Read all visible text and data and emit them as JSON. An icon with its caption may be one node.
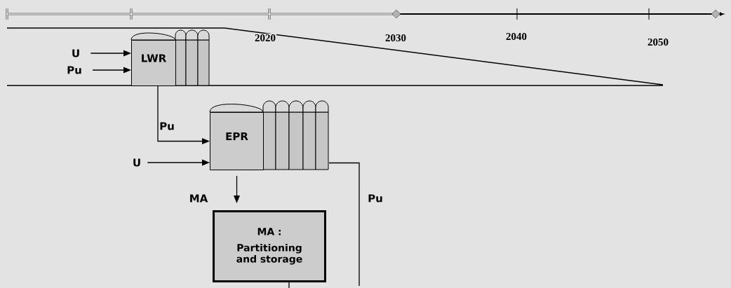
{
  "diagram": {
    "nodes": [
      {
        "text": [
          "U"
        ]
      },
      {
        "text": [
          "Pu"
        ]
      },
      {
        "text": [
          "LWR"
        ]
      },
      {
        "text": [
          "EPR"
        ]
      },
      {
        "text": [
          "U"
        ]
      },
      {
        "text": [
          "MA :",
          "Partitioning and storage"
        ]
      }
    ],
    "edges": [
      {
        "from": 0,
        "to": 2,
        "arrow": "to"
      },
      {
        "from": 1,
        "to": 2,
        "arrow": "to"
      },
      {
        "from": 2,
        "to": 3,
        "arrow": "to",
        "label": "Pu"
      },
      {
        "from": 4,
        "to": 3,
        "arrow": "to"
      },
      {
        "from": 3,
        "to": 5,
        "arrow": "to",
        "label": "MA"
      },
      {
        "from": 3,
        "to": null,
        "arrow": "none",
        "label": "Pu"
      },
      {
        "from": 5,
        "to": null,
        "arrow": "none"
      }
    ],
    "labels": [
      "2020",
      "2030",
      "2040",
      "2050"
    ]
  }
}
